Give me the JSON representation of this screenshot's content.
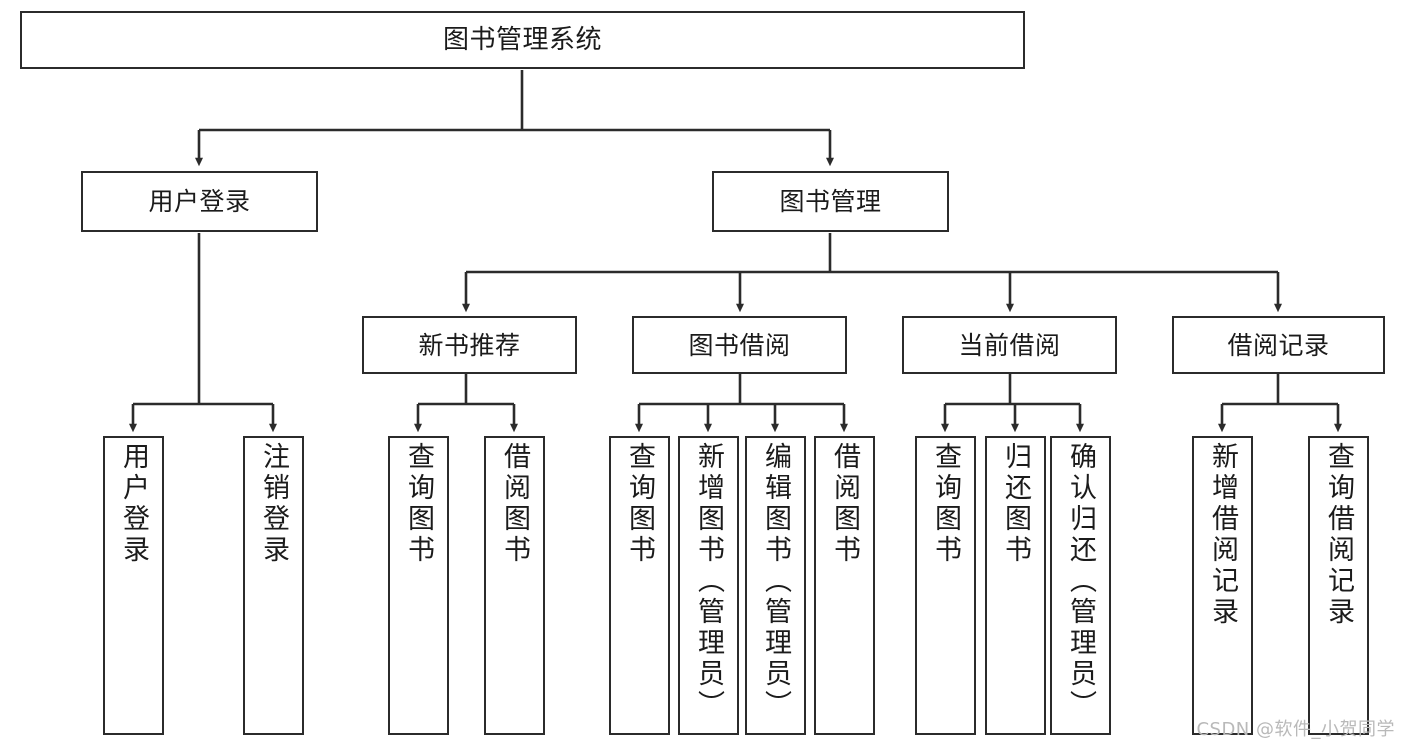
{
  "diagram": {
    "title": "图书管理系统",
    "type": "tree",
    "colors": {
      "box_border": "#2b2b2b",
      "box_fill": "#ffffff",
      "connector": "#2b2b2b",
      "text": "#1b1b1b",
      "watermark": "#b9b9b9",
      "background": "#ffffff"
    },
    "root": {
      "label": "图书管理系统"
    },
    "level2": [
      {
        "label": "用户登录"
      },
      {
        "label": "图书管理"
      }
    ],
    "level3": [
      {
        "label": "新书推荐"
      },
      {
        "label": "图书借阅"
      },
      {
        "label": "当前借阅"
      },
      {
        "label": "借阅记录"
      }
    ],
    "leaves": {
      "user_login": [
        {
          "label": "用户登录"
        },
        {
          "label": "注销登录"
        }
      ],
      "new_book": [
        {
          "label": "查询图书"
        },
        {
          "label": "借阅图书"
        }
      ],
      "book_borrow": [
        {
          "label": "查询图书"
        },
        {
          "label": "新增图书（管理员）"
        },
        {
          "label": "编辑图书（管理员）"
        },
        {
          "label": "借阅图书"
        }
      ],
      "current_borrow": [
        {
          "label": "查询图书"
        },
        {
          "label": "归还图书"
        },
        {
          "label": "确认归还（管理员）"
        }
      ],
      "borrow_record": [
        {
          "label": "新增借阅记录"
        },
        {
          "label": "查询借阅记录"
        }
      ]
    }
  },
  "watermark": {
    "text": "CSDN @软件_小贺同学"
  }
}
